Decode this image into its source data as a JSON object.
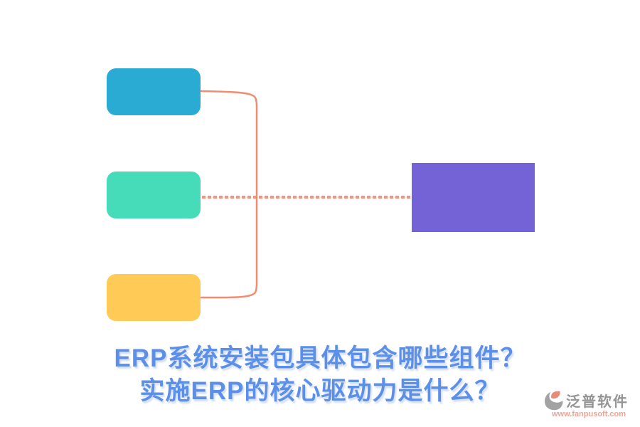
{
  "title": {
    "line1": "ERP系统安装包具体包含哪些组件？",
    "line2": "实施ERP的核心驱动力是什么？",
    "color": "#5C90E8"
  },
  "diagram": {
    "left_boxes": [
      {
        "id": "component-box-top",
        "color": "#29ABD4"
      },
      {
        "id": "component-box-middle",
        "color": "#47DCB9"
      },
      {
        "id": "component-box-bottom",
        "color": "#FFCA55"
      }
    ],
    "right_box": {
      "id": "erp-core-box",
      "color": "#7363D6"
    },
    "connector_color": "#F28B70",
    "dotted_color": "#EE9480"
  },
  "watermark": {
    "brand": "泛普软件",
    "url": "www.fanpusoft.com",
    "brand_color": "#7d7d7d",
    "url_color": "#E89080",
    "icon_gray": "#8E8E8E",
    "icon_orange": "#E2745B"
  }
}
